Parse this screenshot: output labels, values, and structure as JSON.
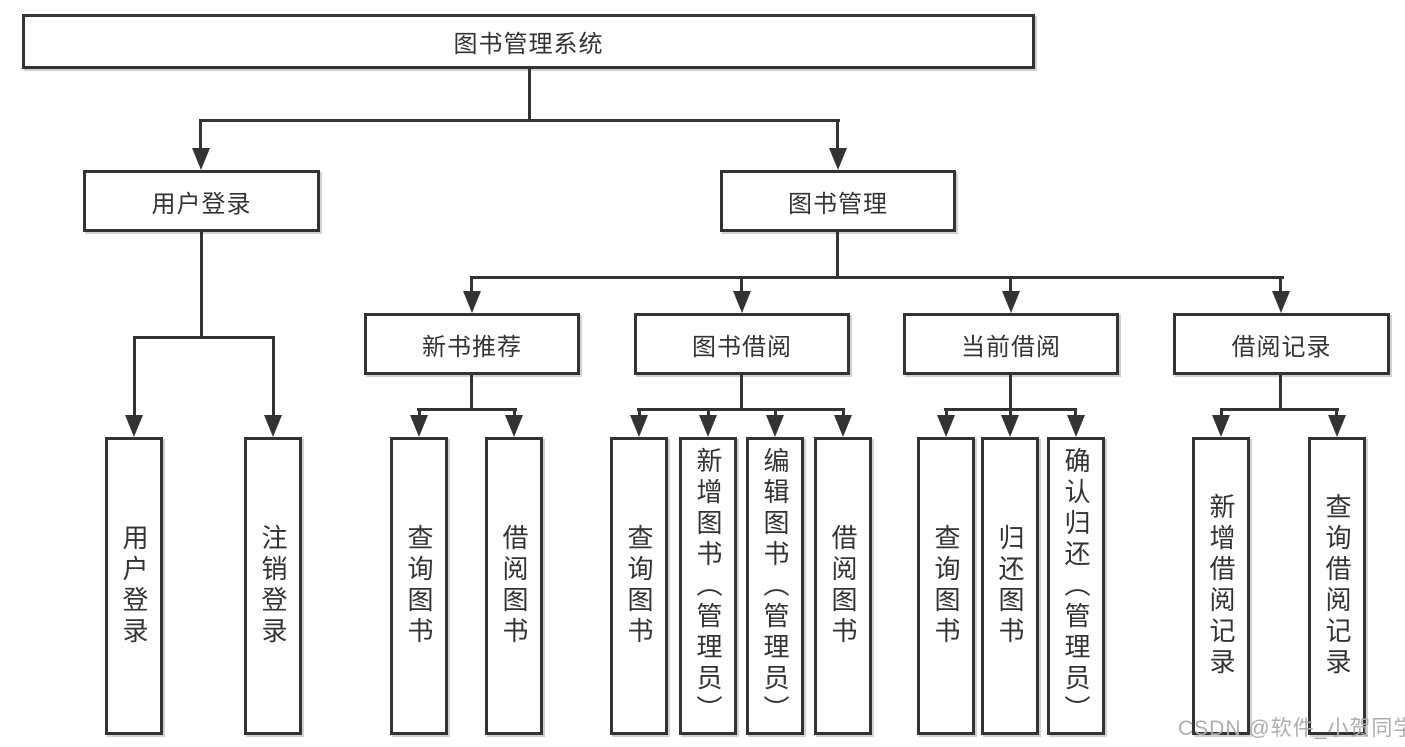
{
  "diagram": {
    "root": "图书管理系统",
    "level2": [
      "用户登录",
      "图书管理"
    ],
    "level3": [
      "新书推荐",
      "图书借阅",
      "当前借阅",
      "借阅记录"
    ],
    "leaves": {
      "user_login": [
        "用户登录",
        "注销登录"
      ],
      "new_book": [
        "查询图书",
        "借阅图书"
      ],
      "book_borrow": [
        "查询图书",
        "新增图书（管理员）",
        "编辑图书（管理员）",
        "借阅图书"
      ],
      "current_borrow": [
        "查询图书",
        "归还图书",
        "确认归还（管理员）"
      ],
      "borrow_records": [
        "新增借阅记录",
        "查询借阅记录"
      ]
    }
  },
  "watermark": "CSDN @软件_小贺同学",
  "colors": {
    "line": "#333333",
    "text": "#333333",
    "watermark": "#adadad",
    "background": "#ffffff"
  }
}
